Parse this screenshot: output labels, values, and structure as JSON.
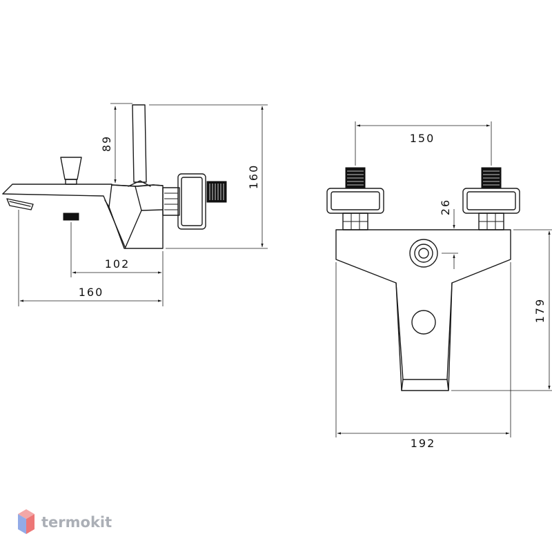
{
  "dimensions": {
    "side_lever_height": "89",
    "side_total_height": "160",
    "side_spout_offset": "102",
    "side_depth": "160",
    "front_inlet_spacing": "150",
    "front_body_offset": "26",
    "front_height": "179",
    "front_width": "192"
  },
  "brand": {
    "name": "termokit",
    "colors": {
      "top": "#f08a8a",
      "left": "#6f8fe0",
      "right": "#e84a4a"
    }
  },
  "line_color": "#1a1a1a"
}
